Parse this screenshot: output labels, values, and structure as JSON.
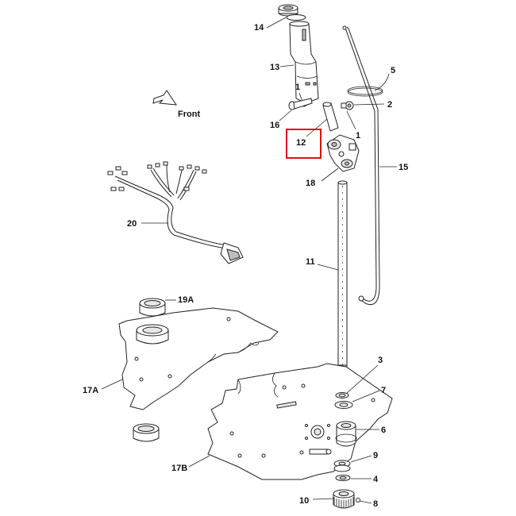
{
  "diagram": {
    "front_label": "Front",
    "highlight_color": "#e01010",
    "callouts": {
      "c14": "14",
      "c13": "13",
      "c1a": "1",
      "c5": "5",
      "c2": "2",
      "c16": "16",
      "c1b": "1",
      "c12": "12",
      "c15": "15",
      "c18": "18",
      "c20": "20",
      "c11": "11",
      "c19a": "19A",
      "c17a": "17A",
      "c3": "3",
      "c7": "7",
      "c6": "6",
      "c9": "9",
      "c4": "4",
      "c17b": "17B",
      "c10": "10",
      "c8": "8"
    }
  }
}
